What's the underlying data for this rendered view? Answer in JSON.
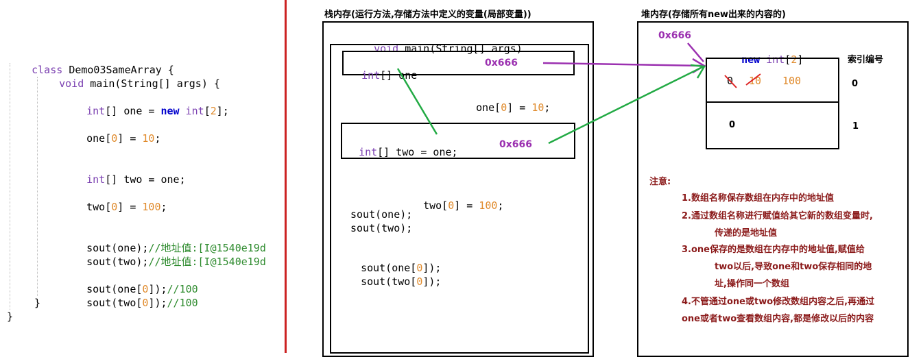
{
  "code": {
    "class_kw": "class",
    "class_name": "Demo03SameArray {",
    "main_void": "void",
    "main_sig": "main(String[] args) {",
    "line_int": "int",
    "line_brk": "[]",
    "line1_var": "one = ",
    "line1_new": "new",
    "line1_type": "int",
    "line1_open": "[",
    "line1_size": "2",
    "line1_close": "];",
    "line2_a": "one[",
    "line2_i": "0",
    "line2_b": "] = ",
    "line2_v": "10",
    "line2_c": ";",
    "line3_rest": "two = one;",
    "line4_a": "two[",
    "line4_i": "0",
    "line4_b": "] = ",
    "line4_v": "100",
    "line4_c": ";",
    "line5_a": "sout(one);",
    "line5_cm": "//地址值:[I@1540e19d",
    "line6_a": "sout(two);",
    "line6_cm": "//地址值:[I@1540e19d",
    "line7_a": "sout(one[",
    "line7_i": "0",
    "line7_b": "]);",
    "line7_cm": "//100",
    "line8_a": "sout(two[",
    "line8_i": "0",
    "line8_b": "]);",
    "line8_cm": "//100",
    "close_inner": "}",
    "close_outer": "}"
  },
  "stack": {
    "title": "栈内存(运行方法,存储方法中定义的变量(局部变量))",
    "main_void": "void",
    "main_sig": "main(String[] args)",
    "one_int": "int",
    "one_rest": "[] one",
    "one_addr": "0x666",
    "assign_a": "one[",
    "assign_i": "0",
    "assign_b": "] = ",
    "assign_v": "10",
    "assign_c": ";",
    "two_int": "int",
    "two_rest": "[] two = one;",
    "two_addr": "0x666",
    "assign2_a": "two[",
    "assign2_i": "0",
    "assign2_b": "] = ",
    "assign2_v": "100",
    "assign2_c": ";",
    "sout1": "sout(one);",
    "sout2": "sout(two);",
    "sout3_a": "sout(one[",
    "sout3_i": "0",
    "sout3_b": "]);",
    "sout4_a": "sout(two[",
    "sout4_i": "0",
    "sout4_b": "]);"
  },
  "heap": {
    "title": "堆内存(存储所有new出来的内容的)",
    "addr": "0x666",
    "new_kw": "new",
    "new_type": "int",
    "new_open": "[",
    "new_size": "2",
    "new_close": "]",
    "index_header": "索引编号",
    "cell0_old1": "0",
    "cell0_old2": "10",
    "cell0_value": "100",
    "cell1_value": "0",
    "index0": "0",
    "index1": "1"
  },
  "notes": {
    "heading": "注意:",
    "n1": "1.数组名称保存数组在内存中的地址值",
    "n2a": "2.通过数组名称进行赋值给其它新的数组变量时,",
    "n2b": "传递的是地址值",
    "n3a": "3.one保存的是数组在内存中的地址值,赋值给",
    "n3b": "two以后,导致one和two保存相同的地",
    "n3c": "址,操作同一个数组",
    "n4a": "4.不管通过one或two修改数组内容之后,再通过",
    "n4b": "one或者two查看数组内容,都是修改以后的内容"
  },
  "colors": {
    "divider": "#cc2222",
    "purple_arrow": "#9b30b0",
    "green_arrow": "#22aa44",
    "note_text": "#8b1a1a",
    "number": "#e08a2b"
  }
}
